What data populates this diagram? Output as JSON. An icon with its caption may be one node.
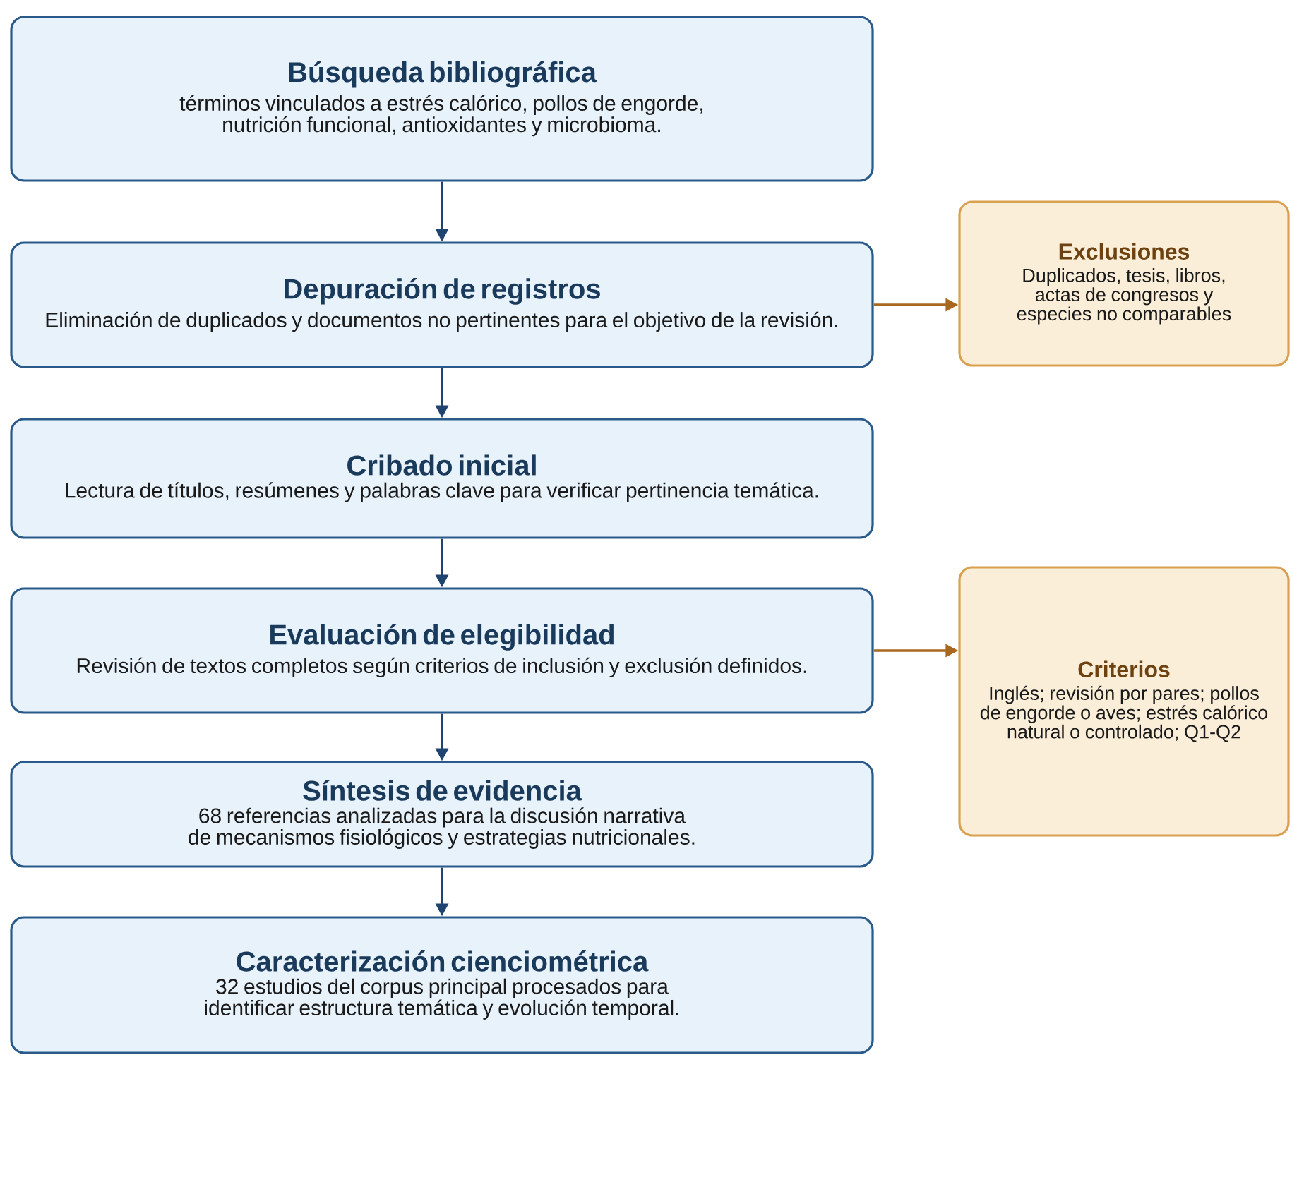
{
  "diagram": {
    "nodes": [
      {
        "text": [
          "Búsqueda bibliográfica",
          "términos vinculados a estrés calórico, pollos de engorde, nutrición funcional, antioxidantes y microbioma."
        ]
      },
      {
        "text": [
          "Depuración de registros",
          "Eliminación de duplicados y documentos no pertinentes para el objetivo de la revisión."
        ]
      },
      {
        "text": [
          "Exclusiones",
          "Duplicados, tesis, libros, actas de congresos y especies no comparables"
        ]
      },
      {
        "text": [
          "Cribado inicial",
          "Lectura de títulos, resúmenes y palabras clave para verificar pertinencia temática."
        ]
      },
      {
        "text": [
          "Evaluación de elegibilidad",
          "Revisión de textos completos según criterios de inclusión y exclusión definidos."
        ]
      },
      {
        "text": [
          "Criterios",
          "Inglés; revisión por pares; pollos de engorde o aves; estrés calórico natural o controlado; Q1-Q2"
        ]
      },
      {
        "text": [
          "Síntesis de evidencia",
          "68 referencias analizadas para la discusión narrativa de mecanismos fisiológicos y estrategias nutricionales."
        ]
      },
      {
        "text": [
          "Caracterización cienciométrica",
          "32 estudios del corpus principal procesados para identificar estructura temática y evolución temporal."
        ]
      }
    ],
    "edges": [
      {
        "from": 0,
        "to": 1,
        "arrow": "to"
      },
      {
        "from": 1,
        "to": 3,
        "arrow": "to"
      },
      {
        "from": 3,
        "to": 4,
        "arrow": "to"
      },
      {
        "from": 4,
        "to": 6,
        "arrow": "to"
      },
      {
        "from": 6,
        "to": 7,
        "arrow": "to"
      },
      {
        "from": 1,
        "to": 2,
        "arrow": "to",
        "color": "#a8691f"
      },
      {
        "from": 4,
        "to": 5,
        "arrow": "to",
        "color": "#a8691f"
      }
    ]
  }
}
